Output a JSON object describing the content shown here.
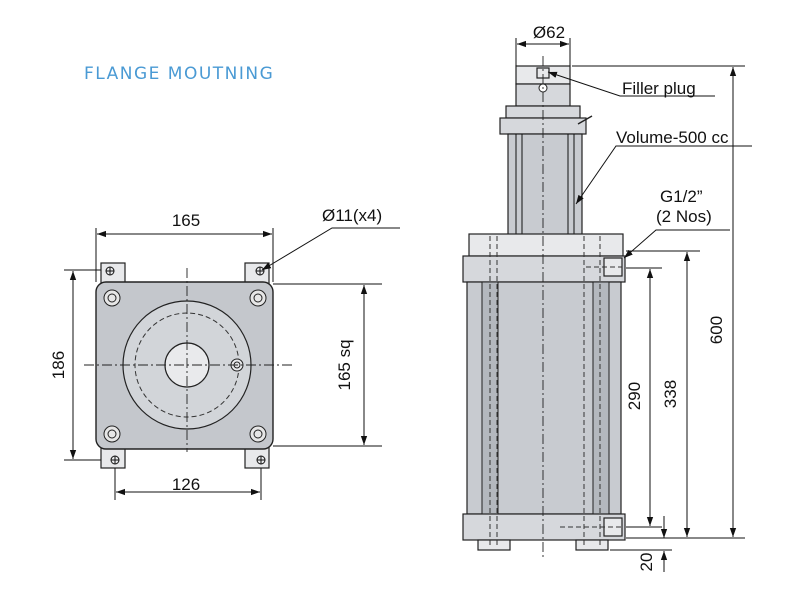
{
  "title": "FLANGE MOUTNING",
  "front_view": {
    "width_dim": "165",
    "height_dim": "186",
    "square_dim": "165 sq",
    "bolt_spacing_dim": "126",
    "hole_callout": "Ø11(x4)"
  },
  "side_view": {
    "top_diameter": "Ø62",
    "filler_plug_label": "Filler plug",
    "volume_label": "Volume-500 cc",
    "port_label_line1": "G1/2”",
    "port_label_line2": "(2 Nos)",
    "dim_overall": "600",
    "dim_body": "338",
    "dim_ports": "290",
    "dim_base": "20"
  }
}
